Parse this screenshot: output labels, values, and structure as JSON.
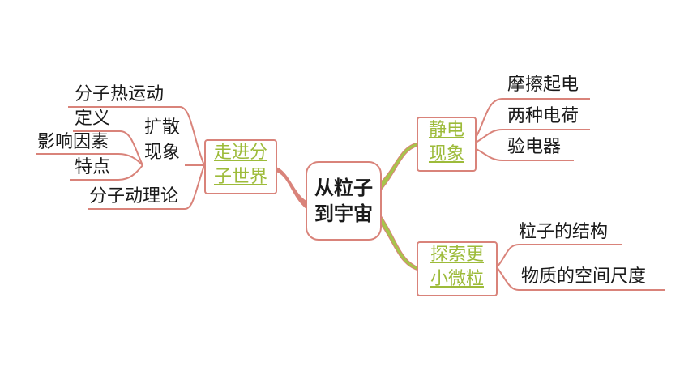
{
  "center": {
    "line1": "从粒子",
    "line2": "到宇宙"
  },
  "left_branch": {
    "title_line1": "走进分",
    "title_line2": "子世界",
    "items": {
      "thermal_motion": "分子热运动",
      "diffusion_line1": "扩散",
      "diffusion_line2": "现象",
      "definition": "定义",
      "factors": "影响因素",
      "features": "特点",
      "molecular_theory": "分子动理论"
    }
  },
  "right_top_branch": {
    "title_line1": "静电",
    "title_line2": "现象",
    "items": [
      "摩擦起电",
      "两种电荷",
      "验电器"
    ]
  },
  "right_bottom_branch": {
    "title_line1": "探索更",
    "title_line2": "小微粒",
    "items": [
      "粒子的结构",
      "物质的空间尺度"
    ]
  },
  "colors": {
    "line": "#d9837a",
    "branch_fill": "#a8c44a",
    "title_text": "#9dbb3a"
  }
}
